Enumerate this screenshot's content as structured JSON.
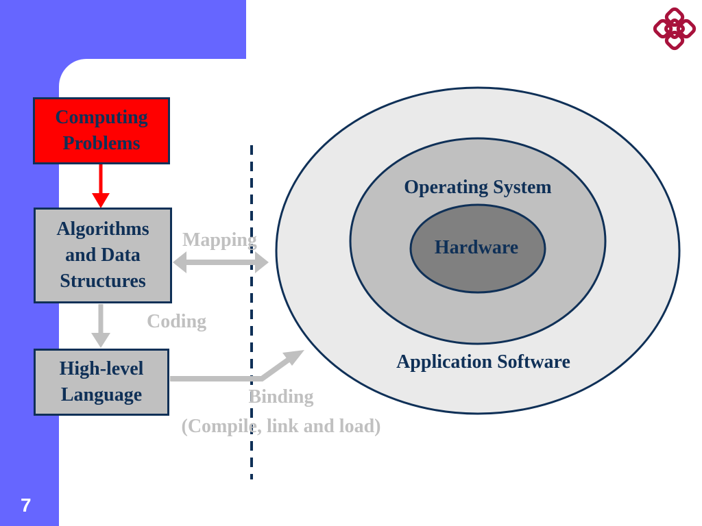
{
  "slide": {
    "number": "7"
  },
  "boxes": {
    "problems": [
      "Computing",
      "Problems"
    ],
    "algorithms": [
      "Algorithms",
      "and Data",
      "Structures"
    ],
    "language": [
      "High-level",
      "Language"
    ]
  },
  "labels": {
    "mapping": "Mapping",
    "coding": "Coding",
    "binding": "Binding",
    "compile": "(Compile, link and load)"
  },
  "layers": {
    "os": "Operating System",
    "hardware": "Hardware",
    "application": "Application Software"
  },
  "colors": {
    "accent": "#6666ff",
    "problem_box": "#ff0000",
    "box_fill": "#c0c0c0",
    "navy": "#0f3057",
    "arrow_gray": "#c0c0c0",
    "app_layer": "#eaeaea",
    "os_layer": "#c0c0c0",
    "hw_layer": "#808080",
    "logo": "#a8123c"
  },
  "logo": {
    "icon": "university-logo-icon"
  }
}
